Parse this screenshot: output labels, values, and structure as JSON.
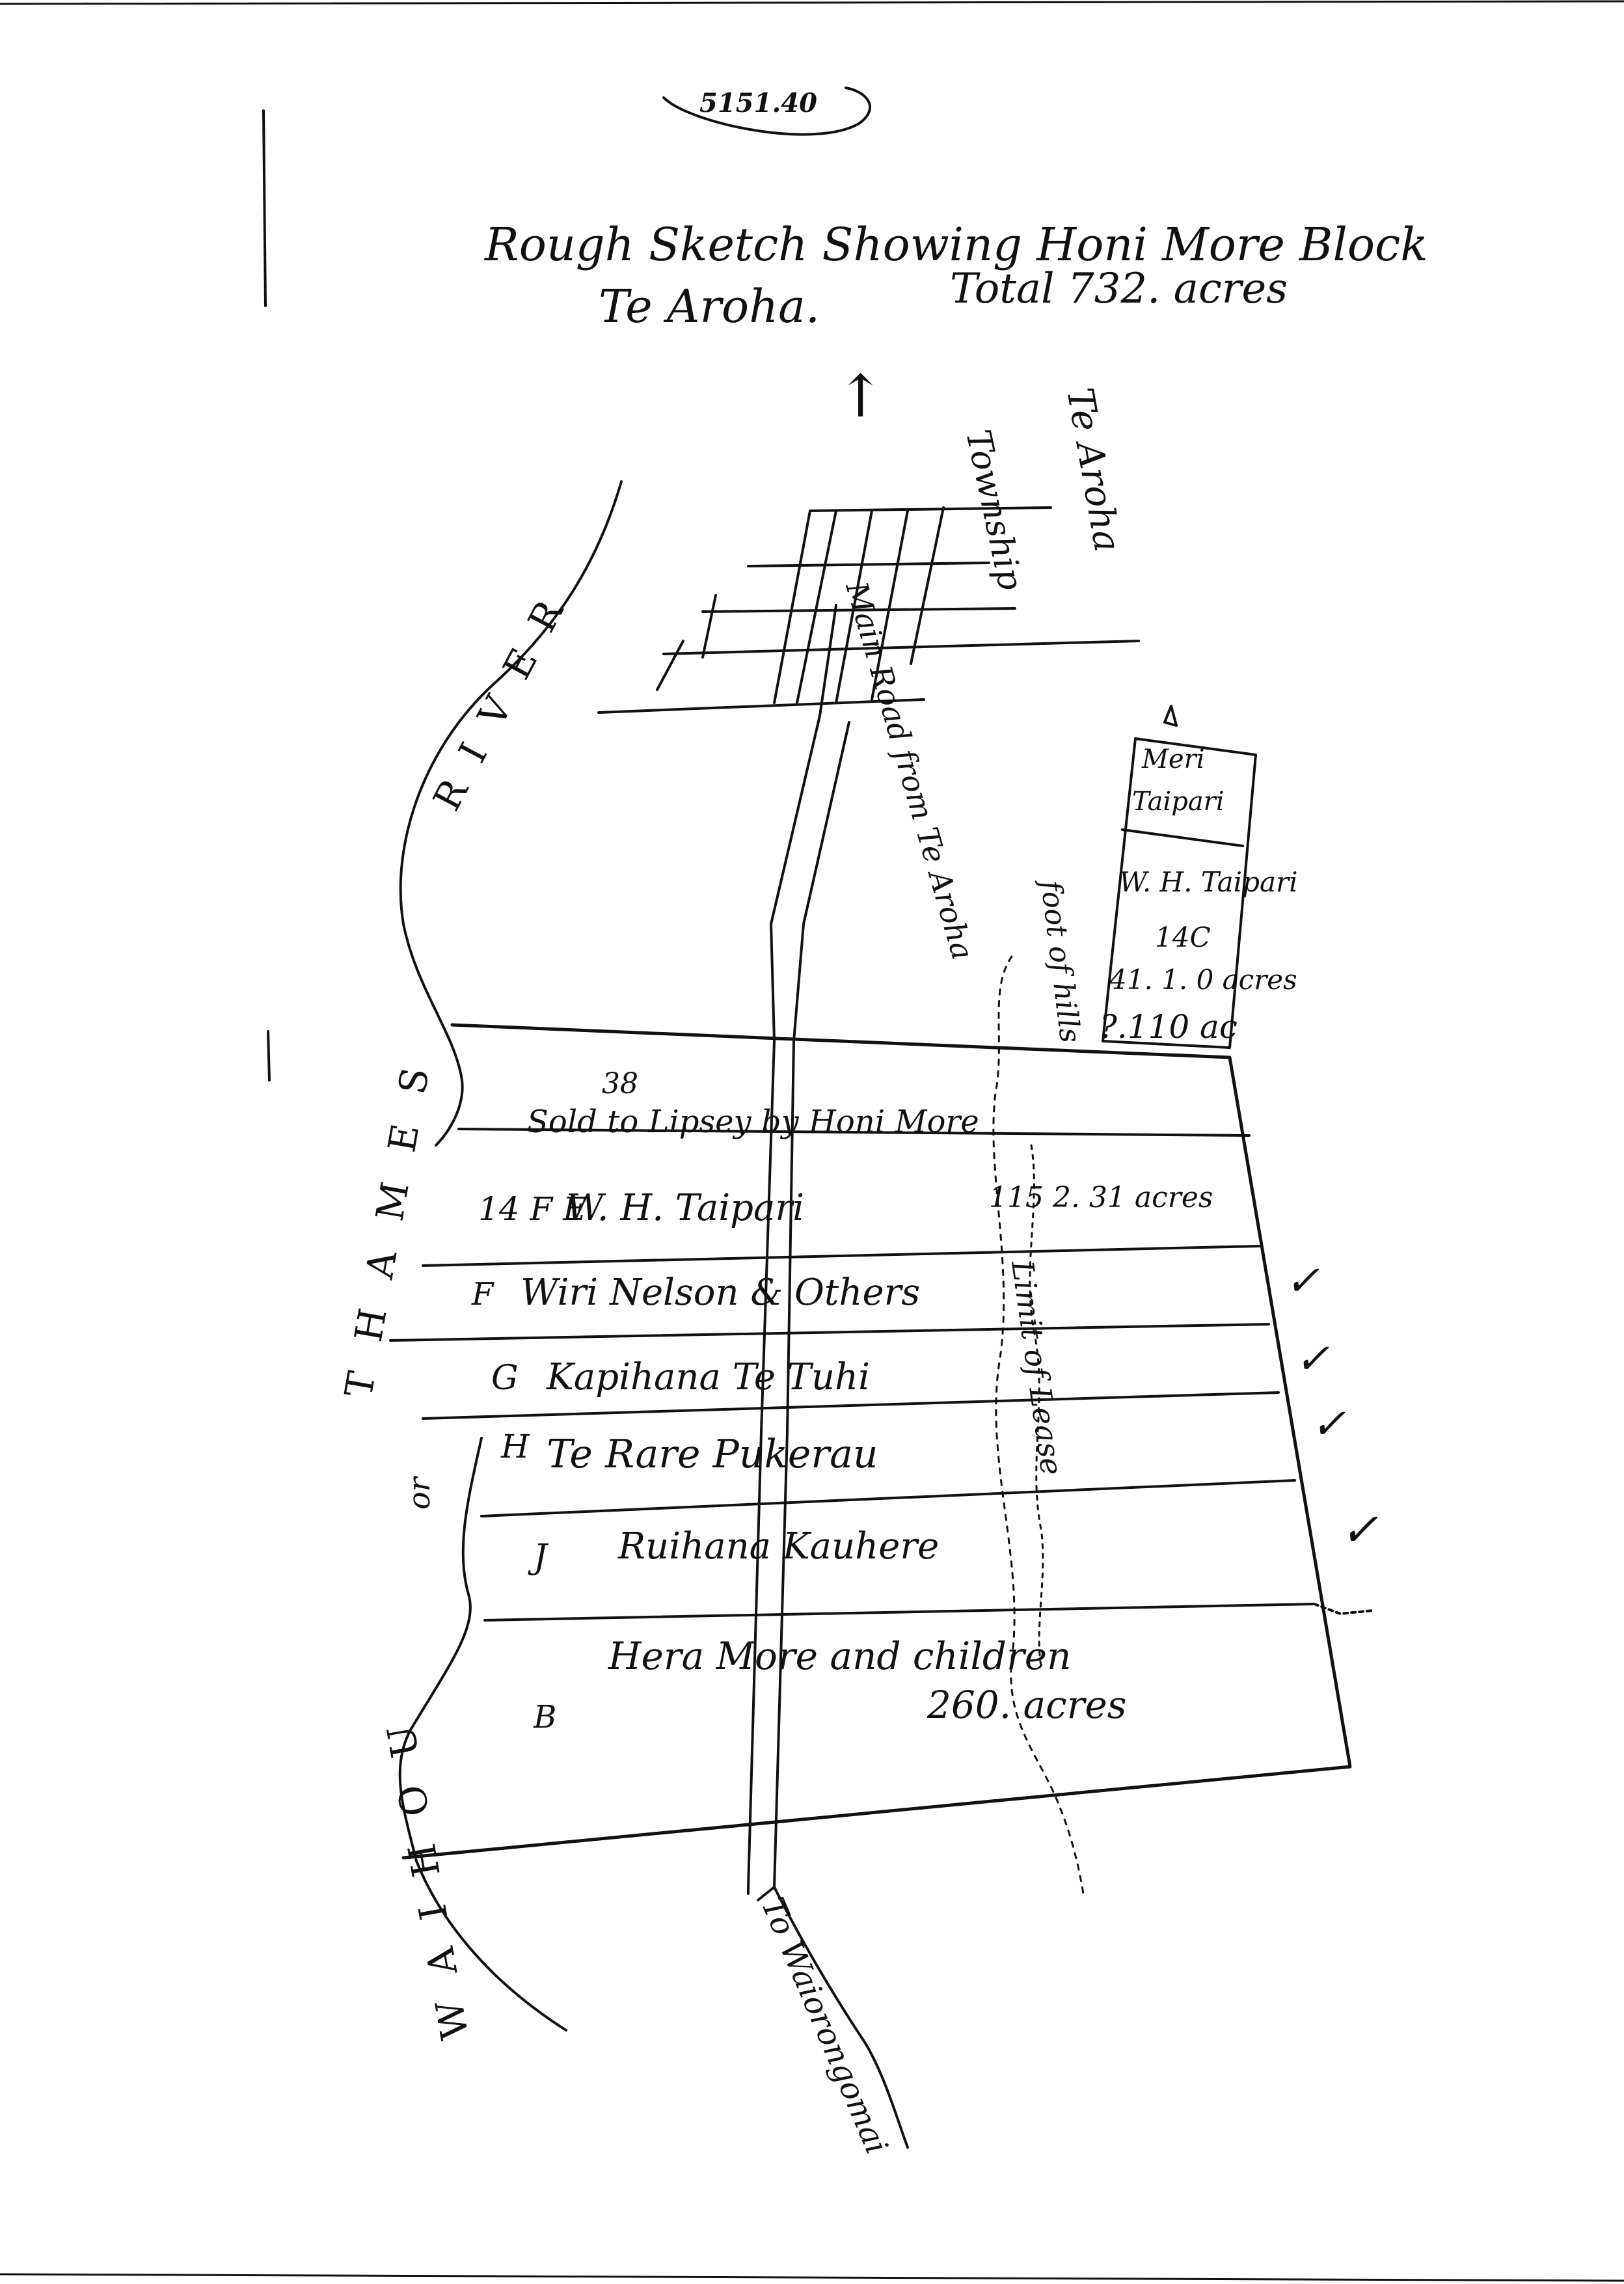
{
  "ref_number": "5151.40",
  "title": {
    "line1": "Rough Sketch Showing Honi More Block",
    "line2_place": "Te Aroha.",
    "line2_total": "Total 732. acres"
  },
  "north_arrow": "↑",
  "labels": {
    "town_teaoroha": "Te Aroha",
    "township": "Township",
    "main_road": "Main Road from Te Aroha",
    "foot_hills": "foot of hills",
    "limit_lease": "Limit of Lease",
    "to_waiorongomai": "To Waiorongomai",
    "thames_river_left": "THAMES",
    "thames_river_top": "RIVER",
    "waihou_or": "or",
    "waihou": "WAIHOU"
  },
  "meri_block": {
    "name_line1": "Meri",
    "name_line2": "Taipari",
    "owner": "W. H. Taipari",
    "code": "14C",
    "area": "41. 1. 0 acres",
    "area_alt": "?.110 ac"
  },
  "blocks": [
    {
      "id": "38",
      "text": "Sold to Lipsey by Honi More",
      "note": "",
      "check": ""
    },
    {
      "id": "14 F E",
      "text": "W. H. Taipari",
      "note": "115 2. 31 acres",
      "check": ""
    },
    {
      "id": "F",
      "text": "Wiri Nelson & Others",
      "note": "",
      "check": "✓"
    },
    {
      "id": "G",
      "text": "Kapihana Te Tuhi",
      "note": "",
      "check": "✓"
    },
    {
      "id": "H",
      "text": "Te Rare Pukerau",
      "note": "",
      "check": "✓"
    },
    {
      "id": "J",
      "text": "Ruihana Kauhere",
      "note": "",
      "check": "✓"
    }
  ],
  "bottom_block": {
    "id": "B",
    "owner": "Hera More and children",
    "area": "260. acres"
  }
}
